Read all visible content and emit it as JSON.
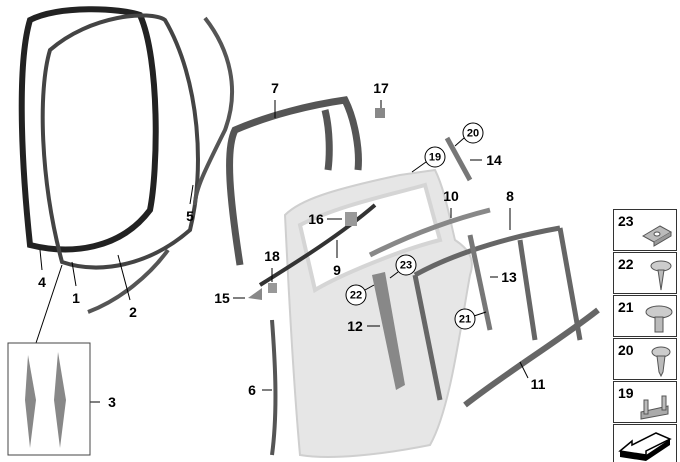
{
  "diagram": {
    "labels": {
      "p1": "1",
      "p2": "2",
      "p3": "3",
      "p4": "4",
      "p5": "5",
      "p6": "6",
      "p7": "7",
      "p8": "8",
      "p9": "9",
      "p10": "10",
      "p11": "11",
      "p12": "12",
      "p13": "13",
      "p14": "14",
      "p15": "15",
      "p16": "16",
      "p17": "17",
      "p18": "18"
    },
    "circled_labels": {
      "c19": "19",
      "c20": "20",
      "c21": "21",
      "c22": "22",
      "c23": "23"
    },
    "legend": [
      {
        "number": "23",
        "icon": "clip-nut-icon"
      },
      {
        "number": "22",
        "icon": "screw-icon"
      },
      {
        "number": "21",
        "icon": "flange-screw-icon"
      },
      {
        "number": "20",
        "icon": "screw-icon"
      },
      {
        "number": "19",
        "icon": "bracket-clip-icon"
      },
      {
        "number": "",
        "icon": "direction-arrow-icon"
      }
    ],
    "colors": {
      "part": "#7a7a7a",
      "door": "#e4e4e4",
      "outline": "#222222"
    }
  }
}
